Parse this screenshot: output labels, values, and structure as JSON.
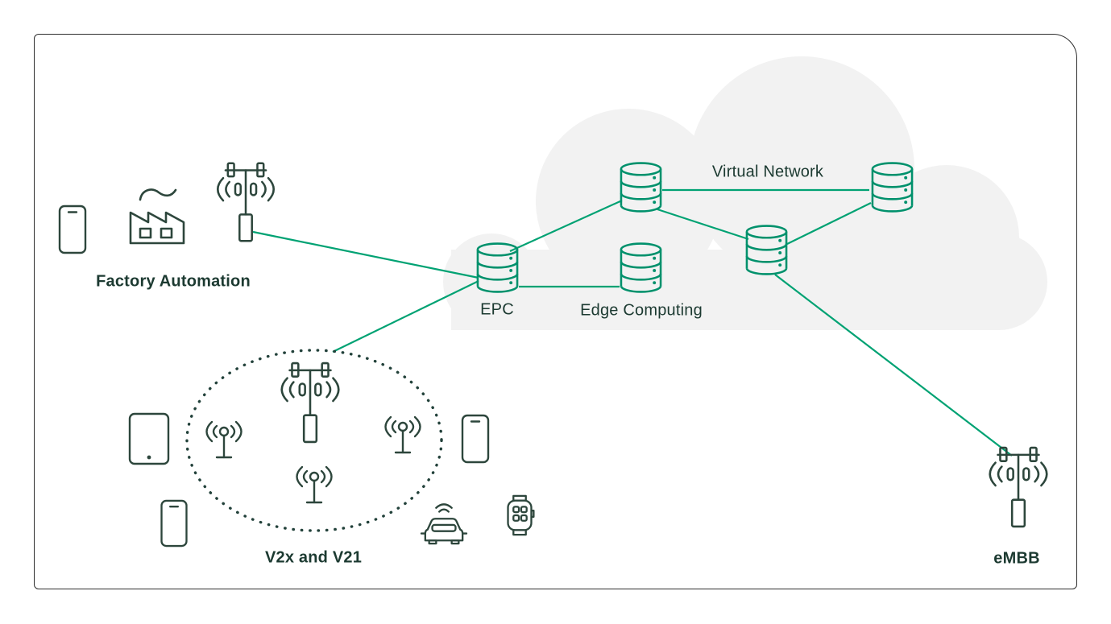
{
  "diagram": {
    "labels": {
      "factory_automation": "Factory Automation",
      "epc": "EPC",
      "edge_computing": "Edge Computing",
      "virtual_network": "Virtual Network",
      "v2x_v21": "V2x and V21",
      "embb": "eMBB"
    },
    "colors": {
      "connection_line": "#00A273",
      "database_icon": "#00916C",
      "device_icon": "#2D463C",
      "label_text": "#1C3A31",
      "cloud_fill": "#F2F2F2",
      "coverage_ellipse": "#22413A",
      "frame_border": "#2E2E2E"
    },
    "icons": [
      "smartphone-icon",
      "tablet-icon",
      "factory-icon",
      "cell-tower-icon",
      "database-icon",
      "antenna-icon",
      "car-icon",
      "smartwatch-icon",
      "cloud-shape"
    ],
    "connections": [
      "factory-tower to EPC",
      "EPC to V2x coverage area",
      "EPC to Edge Computing",
      "EPC to core database",
      "core database to right database (Virtual Network)",
      "core database to gateway database",
      "gateway database to right database",
      "gateway database to eMBB tower"
    ]
  }
}
